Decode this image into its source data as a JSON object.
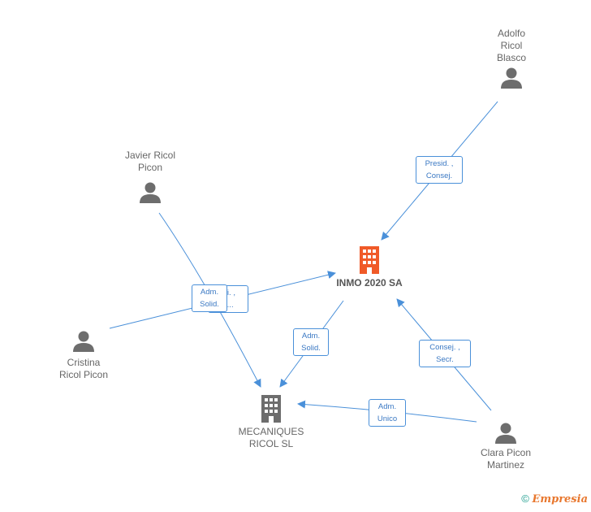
{
  "colors": {
    "edge": "#4a90d9",
    "person_icon": "#6d6d6d",
    "company_main": "#f05a28",
    "company_other": "#6d6d6d"
  },
  "nodes": {
    "adolfo": {
      "name": "Adolfo\nRicol\nBlasco",
      "icon": "person-icon"
    },
    "javier": {
      "name": "Javier Ricol\nPicon",
      "icon": "person-icon"
    },
    "cristina": {
      "name": "Cristina\nRicol Picon",
      "icon": "person-icon"
    },
    "clara": {
      "name": "Clara Picon\nMartinez",
      "icon": "person-icon"
    },
    "inmo": {
      "name": "INMO 2020 SA",
      "icon": "building-icon"
    },
    "mecaniques": {
      "name": "MECANIQUES\nRICOL SL",
      "icon": "building-icon"
    }
  },
  "edge_labels": {
    "adolfo_inmo": "Presid. ,\nConsej.",
    "cristina_inmo_hidden": "...i. ,\n.....",
    "javier_mecaniques": "Adm.\nSolid.",
    "inmo_mecaniques": "Adm.\nSolid.",
    "clara_inmo": "Consej. ,\nSecr.",
    "clara_mecaniques": "Adm.\nUnico"
  },
  "watermark": {
    "symbol": "©",
    "brand": "Empresia"
  }
}
